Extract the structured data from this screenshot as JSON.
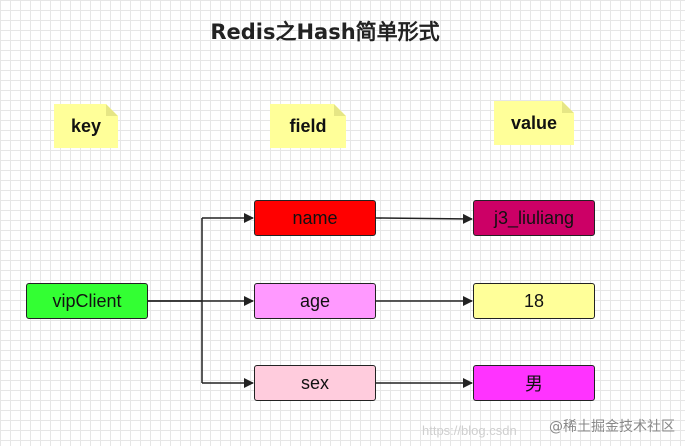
{
  "title": "Redis之Hash简单形式",
  "headers": {
    "key": "key",
    "field": "field",
    "value": "value"
  },
  "key": {
    "label": "vipClient",
    "color": "#33ff33"
  },
  "fields": [
    {
      "label": "name",
      "color": "#ff0000"
    },
    {
      "label": "age",
      "color": "#ff99ff"
    },
    {
      "label": "sex",
      "color": "#ffccdd"
    }
  ],
  "values": [
    {
      "label": "j3_liuliang",
      "color": "#cc0066"
    },
    {
      "label": "18",
      "color": "#ffff99"
    },
    {
      "label": "男",
      "color": "#ff33ff"
    }
  ],
  "watermark": "@稀土掘金技术社区",
  "watermark_faint": "https://blog.csdn"
}
